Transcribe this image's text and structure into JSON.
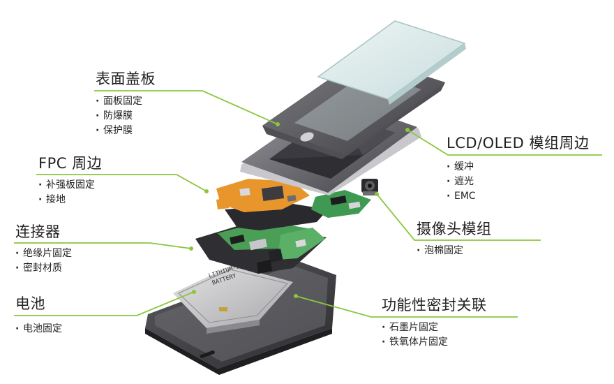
{
  "accent_color": "#8cc63f",
  "groups": [
    {
      "key": "cover",
      "title": "表面盖板",
      "items": [
        "面板固定",
        "防爆膜",
        "保护膜"
      ]
    },
    {
      "key": "fpc",
      "title": "FPC 周边",
      "items": [
        "补强板固定",
        "接地"
      ]
    },
    {
      "key": "connector",
      "title": "连接器",
      "items": [
        "绝缘片固定",
        "密封材质"
      ]
    },
    {
      "key": "battery",
      "title": "电池",
      "items": [
        "电池固定"
      ]
    },
    {
      "key": "lcd",
      "title": "LCD/OLED 模组周边",
      "items": [
        "缓冲",
        "遮光",
        "EMC"
      ]
    },
    {
      "key": "camera",
      "title": "摄像头模组",
      "items": [
        "泡棉固定"
      ]
    },
    {
      "key": "seal",
      "title": "功能性密封关联",
      "items": [
        "石墨片固定",
        "铁氧体片固定"
      ]
    }
  ],
  "battery_print": [
    "LITHIUM-ION",
    "BATTERY"
  ]
}
